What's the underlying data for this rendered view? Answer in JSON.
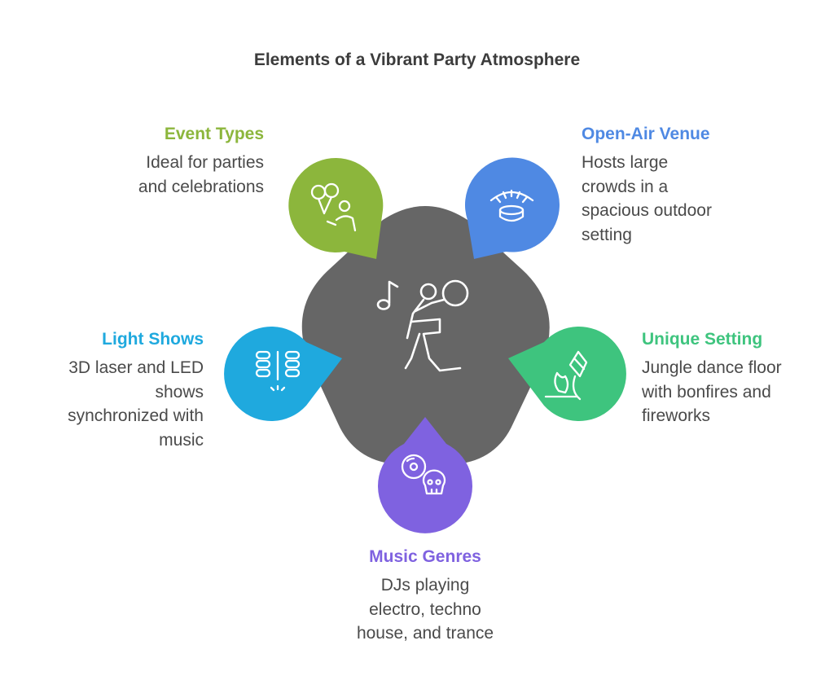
{
  "title": "Elements of a Vibrant Party Atmosphere",
  "center": {
    "icon": "dancing-person-with-music-note-icon",
    "color": "#666666"
  },
  "elements": [
    {
      "key": "event",
      "label": "Event Types",
      "description": "Ideal for parties\nand celebrations",
      "color": "#8cb63c",
      "icon": "balloons-child-icon"
    },
    {
      "key": "venue",
      "label": "Open-Air Venue",
      "description": "Hosts large\ncrowds in a\nspacious outdoor\nsetting",
      "color": "#4f89e3",
      "icon": "stadium-icon"
    },
    {
      "key": "setting",
      "label": "Unique Setting",
      "description": "Jungle dance floor\nwith bonfires and\nfireworks",
      "color": "#3ec47e",
      "icon": "bonfire-kite-icon"
    },
    {
      "key": "music",
      "label": "Music Genres",
      "description": "DJs playing\nelectro, techno\nhouse, and trance",
      "color": "#7f62e0",
      "icon": "vinyl-skull-icon"
    },
    {
      "key": "light",
      "label": "Light Shows",
      "description": "3D laser and LED\nshows\nsynchronized with\nmusic",
      "color": "#1fa9de",
      "icon": "led-laser-lights-icon"
    }
  ]
}
